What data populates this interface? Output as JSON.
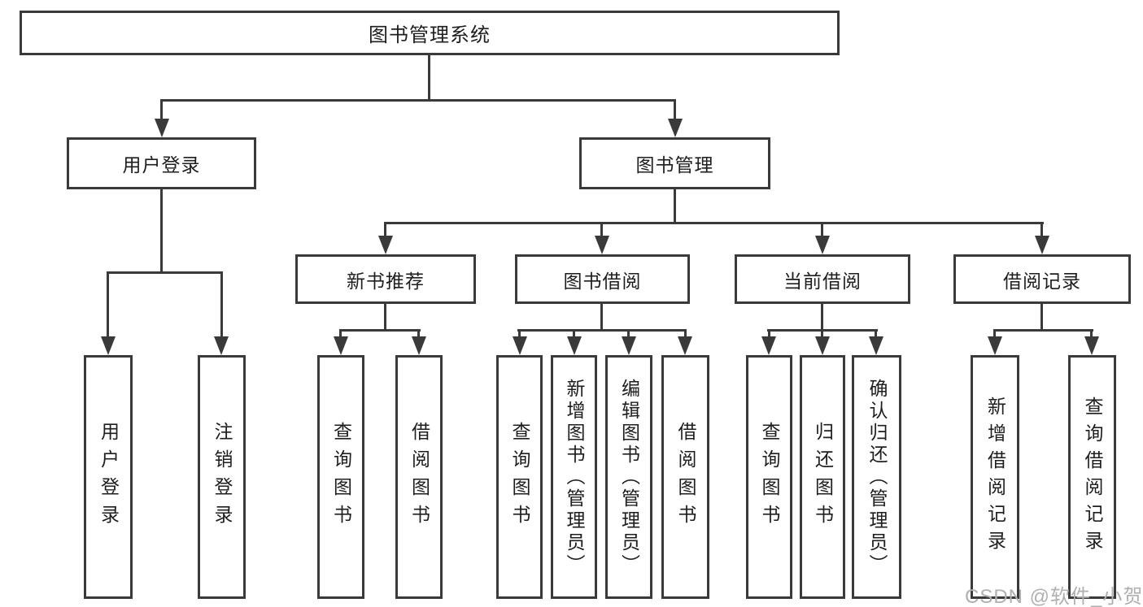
{
  "diagram": {
    "root": {
      "label": "图书管理系统"
    },
    "level2": [
      {
        "label": "用户登录"
      },
      {
        "label": "图书管理"
      }
    ],
    "level3": [
      {
        "label": "新书推荐"
      },
      {
        "label": "图书借阅"
      },
      {
        "label": "当前借阅"
      },
      {
        "label": "借阅记录"
      }
    ],
    "leaves": [
      {
        "label": "用户登录"
      },
      {
        "label": "注销登录"
      },
      {
        "label": "查询图书"
      },
      {
        "label": "借阅图书"
      },
      {
        "label": "查询图书"
      },
      {
        "label": "新增图书（管理员）"
      },
      {
        "label": "编辑图书（管理员）"
      },
      {
        "label": "借阅图书"
      },
      {
        "label": "查询图书"
      },
      {
        "label": "归还图书"
      },
      {
        "label": "确认归还（管理员）"
      },
      {
        "label": "新增借阅记录"
      },
      {
        "label": "查询借阅记录"
      }
    ],
    "colors": {
      "line": "#3a3a3a",
      "text": "#1e1e1e",
      "background": "#ffffff"
    }
  },
  "watermark": {
    "text": "CSDN @软件_小贺同学",
    "color": "#b0b0b0"
  }
}
